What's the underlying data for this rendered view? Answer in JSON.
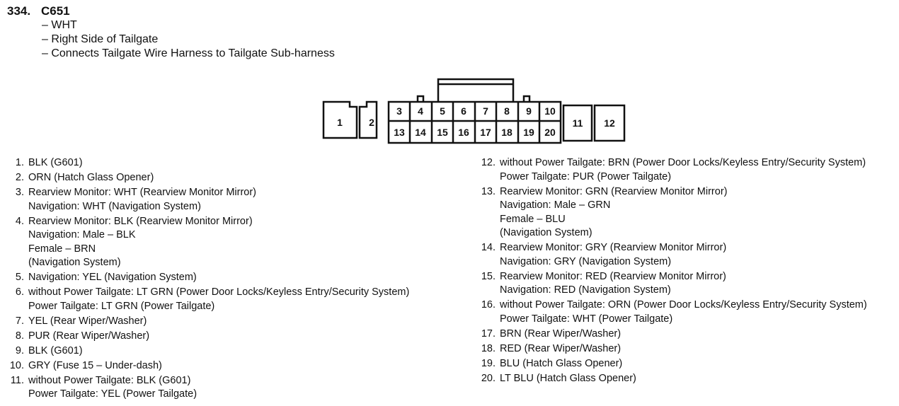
{
  "connector": {
    "number": "334.",
    "name": "C651",
    "notes": [
      "– WHT",
      "– Right Side of Tailgate",
      "– Connects Tailgate Wire Harness to Tailgate Sub-harness"
    ]
  },
  "cavity_labels": {
    "c1": "1",
    "c2": "2",
    "c3": "3",
    "c4": "4",
    "c5": "5",
    "c6": "6",
    "c7": "7",
    "c8": "8",
    "c9": "9",
    "c10": "10",
    "c11": "11",
    "c12": "12",
    "c13": "13",
    "c14": "14",
    "c15": "15",
    "c16": "16",
    "c17": "17",
    "c18": "18",
    "c19": "19",
    "c20": "20"
  },
  "pins": [
    {
      "no": "1.",
      "lines": [
        "BLK (G601)"
      ]
    },
    {
      "no": "2.",
      "lines": [
        "ORN (Hatch Glass Opener)"
      ]
    },
    {
      "no": "3.",
      "lines": [
        "Rearview Monitor: WHT (Rearview Monitor Mirror)",
        "Navigation: WHT (Navigation System)"
      ]
    },
    {
      "no": "4.",
      "lines": [
        "Rearview Monitor: BLK (Rearview Monitor Mirror)",
        "Navigation: Male – BLK",
        "Female – BRN",
        "(Navigation System)"
      ]
    },
    {
      "no": "5.",
      "lines": [
        "Navigation: YEL (Navigation System)"
      ]
    },
    {
      "no": "6.",
      "lines": [
        "without Power Tailgate: LT GRN (Power Door Locks/Keyless Entry/Security System)",
        "Power Tailgate: LT GRN (Power Tailgate)"
      ]
    },
    {
      "no": "7.",
      "lines": [
        "YEL (Rear Wiper/Washer)"
      ]
    },
    {
      "no": "8.",
      "lines": [
        "PUR (Rear Wiper/Washer)"
      ]
    },
    {
      "no": "9.",
      "lines": [
        "BLK (G601)"
      ]
    },
    {
      "no": "10.",
      "lines": [
        "GRY (Fuse 15 – Under-dash)"
      ]
    },
    {
      "no": "11.",
      "lines": [
        "without Power Tailgate: BLK (G601)",
        "Power Tailgate: YEL (Power Tailgate)"
      ]
    },
    {
      "no": "12.",
      "lines": [
        "without Power Tailgate: BRN (Power Door Locks/Keyless Entry/Security System)",
        "Power Tailgate: PUR (Power Tailgate)"
      ]
    },
    {
      "no": "13.",
      "lines": [
        "Rearview Monitor: GRN (Rearview Monitor Mirror)",
        "Navigation: Male – GRN",
        "Female – BLU",
        "(Navigation System)"
      ]
    },
    {
      "no": "14.",
      "lines": [
        "Rearview Monitor: GRY (Rearview Monitor Mirror)",
        "Navigation: GRY (Navigation System)"
      ]
    },
    {
      "no": "15.",
      "lines": [
        "Rearview Monitor: RED (Rearview Monitor Mirror)",
        "Navigation: RED (Navigation System)"
      ]
    },
    {
      "no": "16.",
      "lines": [
        "without Power Tailgate: ORN (Power Door Locks/Keyless Entry/Security System)",
        "Power Tailgate: WHT (Power Tailgate)"
      ]
    },
    {
      "no": "17.",
      "lines": [
        "BRN (Rear Wiper/Washer)"
      ]
    },
    {
      "no": "18.",
      "lines": [
        "RED (Rear Wiper/Washer)"
      ]
    },
    {
      "no": "19.",
      "lines": [
        "BLU (Hatch Glass Opener)"
      ]
    },
    {
      "no": "20.",
      "lines": [
        "LT BLU (Hatch Glass Opener)"
      ]
    }
  ]
}
